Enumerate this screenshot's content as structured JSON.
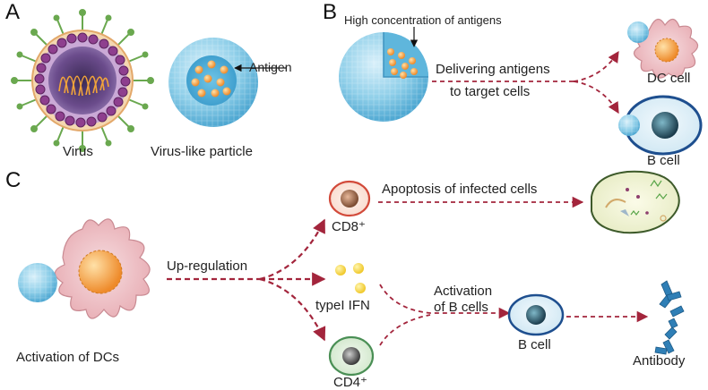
{
  "panels": {
    "a": "A",
    "b": "B",
    "c": "C"
  },
  "panel_a": {
    "virus_label": "Virus",
    "vlp_label": "Virus-like particle",
    "antigen_label": "Antigen"
  },
  "panel_b": {
    "concentration_label": "High concentration of antigens",
    "delivering_line1": "Delivering antigens",
    "delivering_line2": "to target cells",
    "dc_cell_label": "DC cell",
    "b_cell_label": "B cell"
  },
  "panel_c": {
    "activation_dcs_label": "Activation of DCs",
    "upregulation_label": "Up-regulation",
    "cd8_label": "CD8⁺",
    "apoptosis_label": "Apoptosis of infected cells",
    "ifn_label": "typeI IFN",
    "activation_b_line1": "Activation",
    "activation_b_line2": "of B cells",
    "b_cell_label": "B cell",
    "cd4_label": "CD4⁺",
    "antibody_label": "Antibody"
  },
  "colors": {
    "arrow": "#a3253c",
    "vlp_blue": "#7fc6e4",
    "antigen_orange": "#f29a3a",
    "dc_pink": "#e9b5ba",
    "b_cell_border": "#1e4f8f",
    "cd8_border": "#d24a3a",
    "cd4_border": "#4a8f55",
    "antibody_blue": "#2f7fb6"
  }
}
